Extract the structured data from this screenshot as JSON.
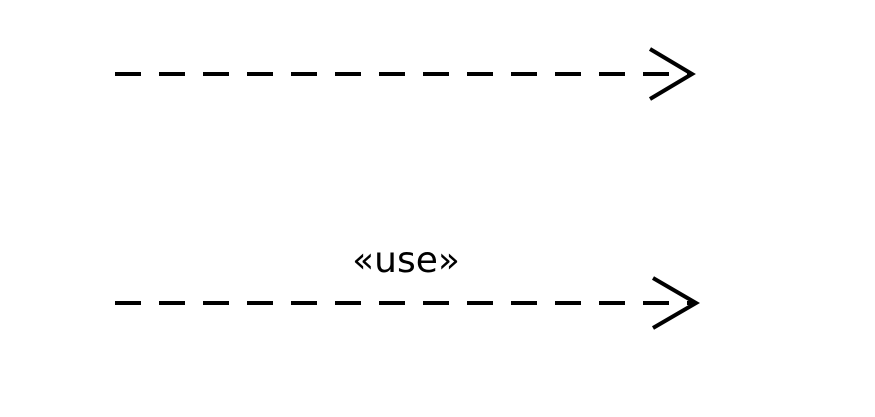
{
  "diagram": {
    "arrows": [
      {
        "kind": "dependency",
        "stereotype": ""
      },
      {
        "kind": "dependency",
        "stereotype": "«use»"
      }
    ],
    "colors": {
      "stroke": "#000000",
      "background": "#ffffff"
    }
  }
}
